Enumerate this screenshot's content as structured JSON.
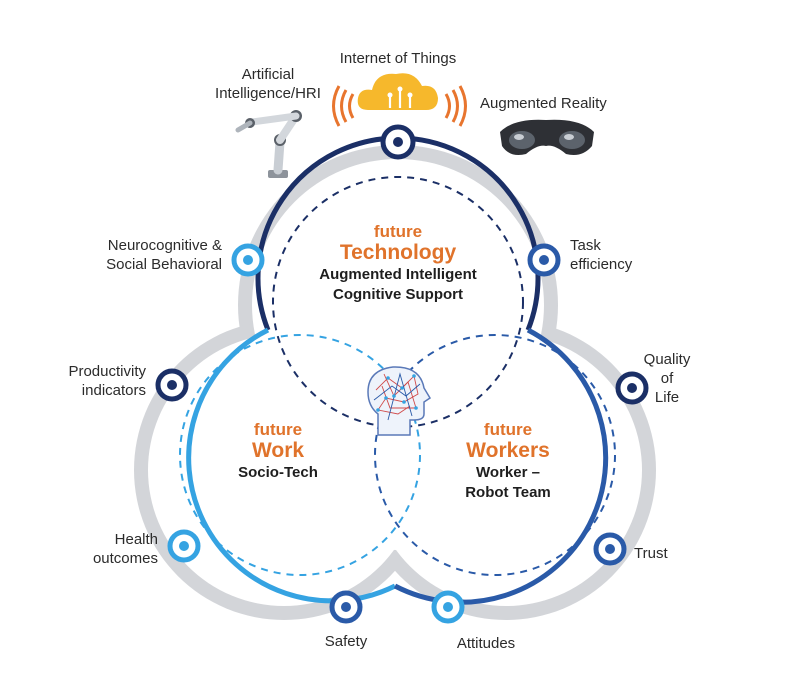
{
  "technologies": {
    "ai": [
      "Artificial",
      "Intelligence/HRI"
    ],
    "iot": "Internet of Things",
    "ar": "Augmented Reality"
  },
  "circles": {
    "technology": {
      "prefix": "future",
      "title": "Technology",
      "lines": [
        "Augmented Intelligent",
        "Cognitive Support"
      ]
    },
    "work": {
      "prefix": "future",
      "title": "Work",
      "lines": [
        "Socio-Tech"
      ]
    },
    "workers": {
      "prefix": "future",
      "title": "Workers",
      "lines": [
        "Worker –",
        "Robot Team"
      ]
    }
  },
  "outcomes": {
    "neuro": [
      "Neurocognitive &",
      "Social Behavioral"
    ],
    "task": [
      "Task",
      "efficiency"
    ],
    "productivity": [
      "Productivity",
      "indicators"
    ],
    "quality": [
      "Quality",
      "of",
      "Life"
    ],
    "health": [
      "Health",
      "outcomes"
    ],
    "trust": "Trust",
    "safety": "Safety",
    "attitudes": "Attitudes"
  },
  "colors": {
    "navy": "#1b2f66",
    "mid_blue": "#2a5aa8",
    "light_blue": "#35a3e2",
    "orange": "#e0732b",
    "gray_shell": "#d2d4d8",
    "iot_yellow": "#f6b82c"
  },
  "icons": [
    "robot-arm-icon",
    "cloud-iot-icon",
    "ar-headset-icon",
    "brain-head-icon",
    "signal-wave-icon",
    "target-node-icon"
  ]
}
